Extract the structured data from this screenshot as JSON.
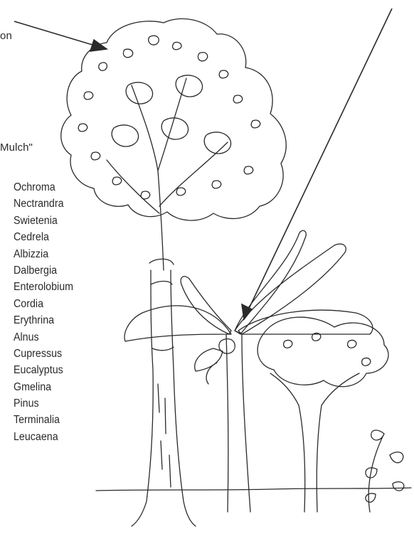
{
  "labels": {
    "top_fragment": "on",
    "mulch_fragment": "Mulch\""
  },
  "genera": [
    "Ochroma",
    "Nectrandra",
    "Swietenia",
    "Cedrela",
    "Albizzia",
    "Dalbergia",
    "Enterolobium",
    "Cordia",
    "Erythrina",
    "Alnus",
    "Cupressus",
    "Eucalyptus",
    "Gmelina",
    "Pinus",
    "Terminalia",
    "Leucaena"
  ],
  "colors": {
    "ink": "#2a2a2a",
    "background": "#ffffff"
  }
}
